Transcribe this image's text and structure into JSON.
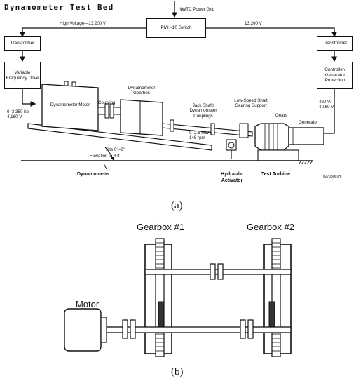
{
  "panel_a": {
    "title": "Dynamometer Test Bed",
    "power_grid": "NWTC Power Grid",
    "switch": "PMH-10 Switch",
    "high_voltage": "High Voltage—13,200 V",
    "voltage_right": "13,200 V",
    "transformer_left": "Transformer",
    "transformer_right": "Transformer",
    "vfd": "Variable Frequency Drive",
    "controller": "Controller/ Generator Protection",
    "motor_rating": "0–3,350 hp 4,160 V",
    "motor": "Dynamometer Motor",
    "coupling": "Coupling",
    "gearbox": "Dynamometer Gearbox",
    "jack_shaft": "Jack Shaft/ Dynamometer Couplings",
    "low_speed": "Low-Speed Shaft Gearing Support",
    "gears": "Gears",
    "generator": "Generator",
    "gen_voltage": "480 V/ 4,160 V",
    "power_rating": "0–2.5 MW 0–148 rpm",
    "tilts": "Tilts 0°–6°",
    "elevation": "Elevation to 8 ft",
    "dynamometer": "Dynamometer",
    "hydraulic": "Hydraulic Activator",
    "test_turbine": "Test Turbine",
    "fig_id": "02705001m",
    "caption": "(a)"
  },
  "panel_b": {
    "gearbox1": "Gearbox #1",
    "gearbox2": "Gearbox #2",
    "motor": "Motor",
    "caption": "(b)"
  }
}
